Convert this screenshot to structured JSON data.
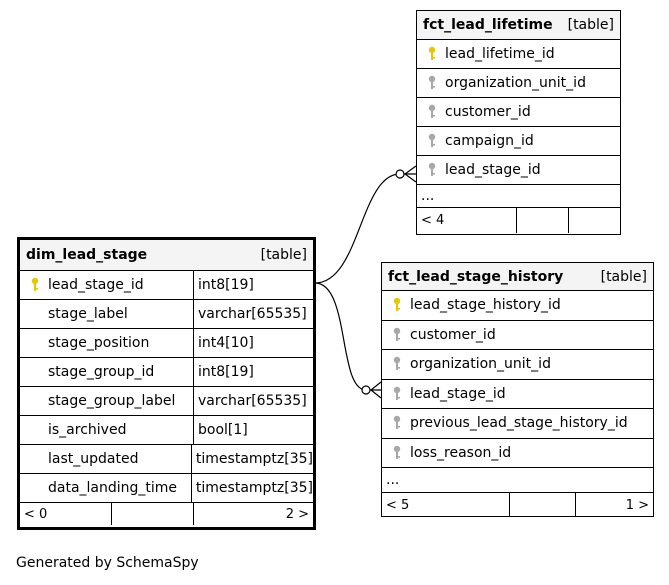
{
  "tables": {
    "fct_lead_lifetime": {
      "name": "fct_lead_lifetime",
      "kind": "[table]",
      "columns": [
        {
          "name": "lead_lifetime_id",
          "key": "primary"
        },
        {
          "name": "organization_unit_id",
          "key": "foreign"
        },
        {
          "name": "customer_id",
          "key": "foreign"
        },
        {
          "name": "campaign_id",
          "key": "foreign"
        },
        {
          "name": "lead_stage_id",
          "key": "foreign"
        }
      ],
      "more": "...",
      "footer": {
        "left": "< 4",
        "mid": "",
        "right": ""
      }
    },
    "dim_lead_stage": {
      "name": "dim_lead_stage",
      "kind": "[table]",
      "columns": [
        {
          "name": "lead_stage_id",
          "type": "int8[19]",
          "key": "primary"
        },
        {
          "name": "stage_label",
          "type": "varchar[65535]",
          "key": ""
        },
        {
          "name": "stage_position",
          "type": "int4[10]",
          "key": ""
        },
        {
          "name": "stage_group_id",
          "type": "int8[19]",
          "key": ""
        },
        {
          "name": "stage_group_label",
          "type": "varchar[65535]",
          "key": ""
        },
        {
          "name": "is_archived",
          "type": "bool[1]",
          "key": ""
        },
        {
          "name": "last_updated",
          "type": "timestamptz[35]",
          "key": ""
        },
        {
          "name": "data_landing_time",
          "type": "timestamptz[35]",
          "key": ""
        }
      ],
      "footer": {
        "left": "< 0",
        "mid": "",
        "right": "2 >"
      }
    },
    "fct_lead_stage_history": {
      "name": "fct_lead_stage_history",
      "kind": "[table]",
      "columns": [
        {
          "name": "lead_stage_history_id",
          "key": "primary"
        },
        {
          "name": "customer_id",
          "key": "foreign"
        },
        {
          "name": "organization_unit_id",
          "key": "foreign"
        },
        {
          "name": "lead_stage_id",
          "key": "foreign"
        },
        {
          "name": "previous_lead_stage_history_id",
          "key": "foreign"
        },
        {
          "name": "loss_reason_id",
          "key": "foreign"
        }
      ],
      "more": "...",
      "footer": {
        "left": "< 5",
        "mid": "",
        "right": "1 >"
      }
    }
  },
  "colors": {
    "primary_key": "#e6c700",
    "foreign_key": "#a8a8a8",
    "header_bg": "#f4f4f4"
  },
  "credit": "Generated by SchemaSpy"
}
